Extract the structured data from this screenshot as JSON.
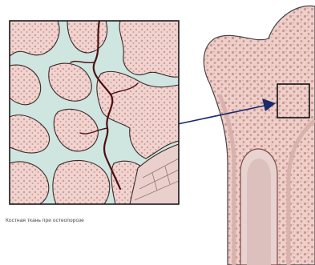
{
  "figure": {
    "caption": "Костная ткань при остеопорозе"
  },
  "colors": {
    "bone": "#f1d3cf",
    "bone_dark": "#d9b0aa",
    "marrow": "#cfe5e0",
    "outline": "#222222",
    "crack": "#4a1010",
    "arrow": "#1a2a6a"
  },
  "icons": [
    "magnifier-box",
    "arrow-right"
  ]
}
